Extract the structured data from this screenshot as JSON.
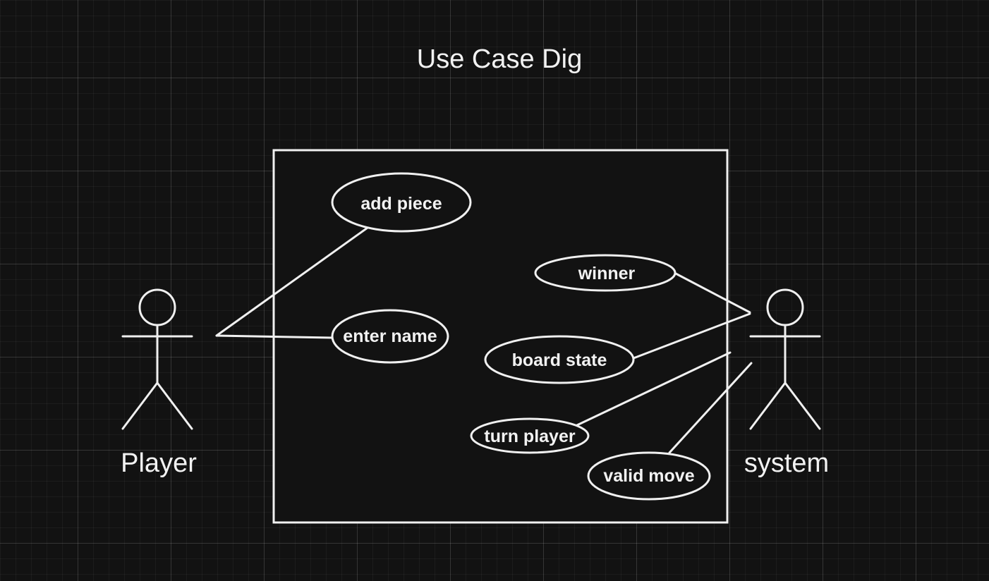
{
  "diagram": {
    "title": "Use Case Dig",
    "actors": {
      "player": "Player",
      "system": "system"
    },
    "use_cases": {
      "add_piece": "add piece",
      "enter_name": "enter name",
      "winner": "winner",
      "board_state": "board state",
      "turn_player": "turn player",
      "valid_move": "valid move"
    }
  },
  "colors": {
    "background": "#121212",
    "stroke": "#f0f0f0",
    "text": "#f2f2f2"
  }
}
